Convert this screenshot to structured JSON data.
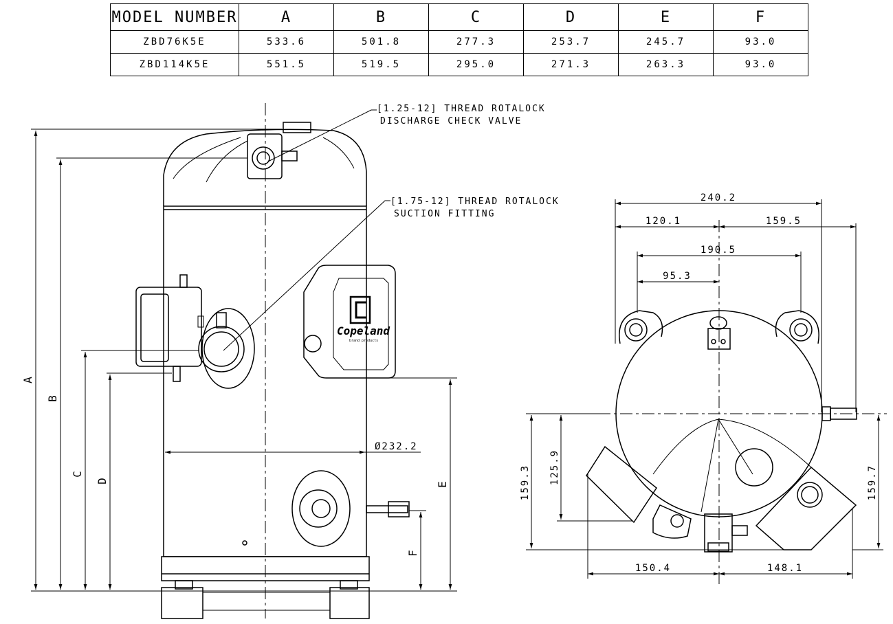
{
  "table": {
    "headers": [
      "MODEL NUMBER",
      "A",
      "B",
      "C",
      "D",
      "E",
      "F"
    ],
    "rows": [
      [
        "ZBD76K5E",
        "533.6",
        "501.8",
        "277.3",
        "253.7",
        "245.7",
        "93.0"
      ],
      [
        "ZBD114K5E",
        "551.5",
        "519.5",
        "295.0",
        "271.3",
        "263.3",
        "93.0"
      ]
    ]
  },
  "callouts": {
    "discharge_line1": "[1.25-12] THREAD ROTALOCK",
    "discharge_line2": "DISCHARGE CHECK VALVE",
    "suction_line1": "[1.75-12] THREAD ROTALOCK",
    "suction_line2": "SUCTION FITTING"
  },
  "side_view": {
    "dim_labels": {
      "a": "A",
      "b": "B",
      "c": "C",
      "d": "D",
      "e": "E",
      "f": "F"
    },
    "diameter": "Ø232.2",
    "logo_text": "Copeland",
    "logo_sub": "brand products"
  },
  "top_view": {
    "dims": {
      "overall_width": "240.2",
      "left_half": "120.1",
      "right_half": "159.5",
      "bolt_spacing": "190.5",
      "bolt_half": "95.3",
      "height_left": "159.3",
      "height_inner": "125.9",
      "height_right": "159.7",
      "bottom_left": "150.4",
      "bottom_right": "148.1"
    }
  },
  "colors": {
    "line": "#000000",
    "background": "#ffffff"
  }
}
